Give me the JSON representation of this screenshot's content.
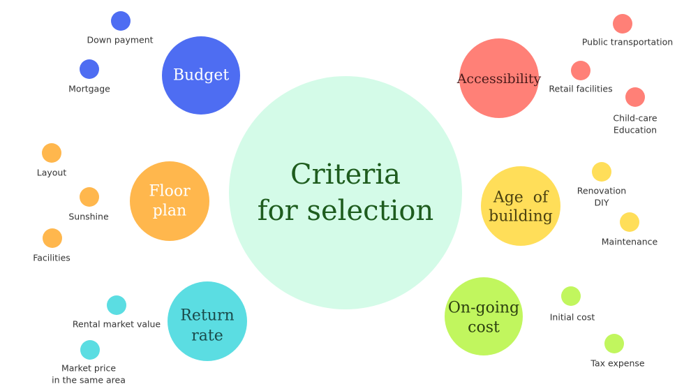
{
  "center": {
    "lines": [
      "Criteria",
      "for selection"
    ],
    "color": "#d4fbe8",
    "text_color": "#1e5c1e"
  },
  "categories": [
    {
      "id": "budget",
      "lines": [
        "Budget"
      ],
      "color": "#4e6df2",
      "text_color": "#ffffff",
      "items": [
        {
          "lines": [
            "Down payment"
          ]
        },
        {
          "lines": [
            "Mortgage"
          ]
        }
      ]
    },
    {
      "id": "floor-plan",
      "lines": [
        "Floor",
        "plan"
      ],
      "color": "#ffb74d",
      "text_color": "#ffffff",
      "items": [
        {
          "lines": [
            "Layout"
          ]
        },
        {
          "lines": [
            "Sunshine"
          ]
        },
        {
          "lines": [
            "Facilities"
          ]
        }
      ]
    },
    {
      "id": "return-rate",
      "lines": [
        "Return",
        "rate"
      ],
      "color": "#5bdde2",
      "text_color": "#1a4a4a",
      "items": [
        {
          "lines": [
            "Rental market value"
          ]
        },
        {
          "lines": [
            "Market price",
            "in the same area"
          ]
        }
      ]
    },
    {
      "id": "accessibility",
      "lines": [
        "Accessibility"
      ],
      "color": "#ff8077",
      "text_color": "#4a1a1a",
      "items": [
        {
          "lines": [
            "Public transportation"
          ]
        },
        {
          "lines": [
            "Retail facilities"
          ]
        },
        {
          "lines": [
            "Child-care",
            "Education"
          ]
        }
      ]
    },
    {
      "id": "age-of-building",
      "lines": [
        "Age  of",
        "building"
      ],
      "color": "#ffde59",
      "text_color": "#4a4010",
      "items": [
        {
          "lines": [
            "Renovation",
            "DIY"
          ]
        },
        {
          "lines": [
            "Maintenance"
          ]
        }
      ]
    },
    {
      "id": "on-going-cost",
      "lines": [
        "On-going",
        "cost"
      ],
      "color": "#c1f65e",
      "text_color": "#2c4010",
      "items": [
        {
          "lines": [
            "Initial cost"
          ]
        },
        {
          "lines": [
            "Tax expense"
          ]
        }
      ]
    }
  ]
}
